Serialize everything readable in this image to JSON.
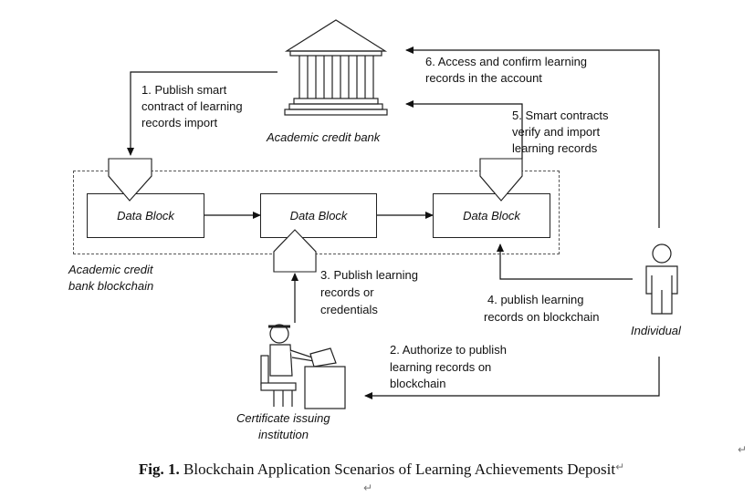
{
  "nodes": {
    "bank_label": "Academic  credit bank",
    "chain_label": [
      "Academic  credit",
      "bank blockchain"
    ],
    "blocks": [
      "Data Block",
      "Data Block",
      "Data Block"
    ],
    "individual_label": "Individual",
    "institution_label": [
      "Certificate issuing",
      "institution"
    ]
  },
  "steps": {
    "s1": [
      "1. Publish  smart",
      "contract of learning",
      "records import"
    ],
    "s2": [
      "2. Authorize to publish",
      "learning records on",
      "blockchain"
    ],
    "s3": [
      "3. Publish learning",
      "records or",
      "credentials"
    ],
    "s4": [
      "4. publish learning",
      "records on blockchain"
    ],
    "s5": [
      "5. Smart contracts",
      "verify and import",
      "learning records"
    ],
    "s6": [
      "6.  Access and confirm learning",
      "records in the account"
    ]
  },
  "caption": {
    "prefix": "Fig. 1.",
    "text": " Blockchain Application Scenarios of Learning Achievements Deposit"
  },
  "return_mark": "↵"
}
